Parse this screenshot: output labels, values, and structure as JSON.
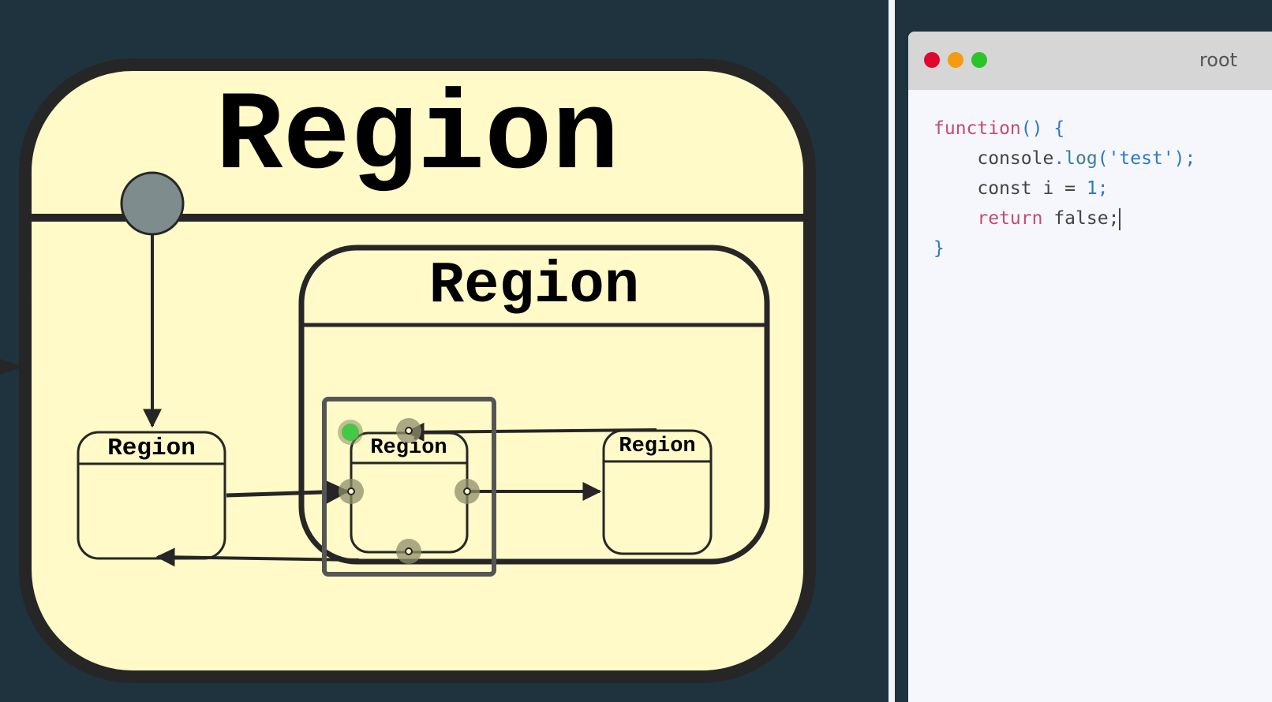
{
  "diagram": {
    "root_region": {
      "title": "Region"
    },
    "nested_region": {
      "title": "Region"
    },
    "left_state": {
      "title": "Region"
    },
    "selected_state": {
      "title": "Region"
    },
    "right_state": {
      "title": "Region"
    }
  },
  "editor": {
    "title": "root",
    "window_buttons": [
      "close",
      "minimize",
      "maximize"
    ],
    "code_lines": [
      {
        "indent": "",
        "tokens": [
          [
            "kw",
            "function"
          ],
          [
            "punc",
            "() {"
          ]
        ]
      },
      {
        "indent": "    ",
        "tokens": [
          [
            "plain",
            "console"
          ],
          [
            "fn",
            ".log"
          ],
          [
            "punc",
            "("
          ],
          [
            "str",
            "'test'"
          ],
          [
            "punc",
            ");"
          ]
        ]
      },
      {
        "indent": "    ",
        "tokens": [
          [
            "plain",
            "const i = "
          ],
          [
            "num",
            "1"
          ],
          [
            "punc",
            ";"
          ]
        ]
      },
      {
        "indent": "    ",
        "tokens": [
          [
            "kw",
            "return"
          ],
          [
            "plain",
            " false;"
          ]
        ]
      },
      {
        "indent": "",
        "tokens": [
          [
            "punc",
            "}"
          ]
        ]
      }
    ]
  },
  "colors": {
    "background": "#1e333e",
    "region_fill": "#fffac8",
    "outline": "#262626",
    "initial_node": "#7e8c8e",
    "anchor": "#8d8d6a",
    "active_anchor": "#45c845"
  }
}
